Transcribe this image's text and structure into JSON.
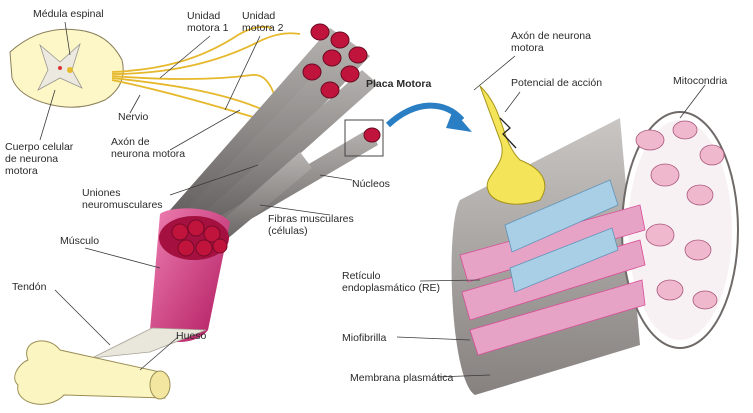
{
  "labels": {
    "medula": "Médula espinal",
    "unidad1": "Unidad\nmotora 1",
    "unidad2": "Unidad\nmotora 2",
    "nervio": "Nervio",
    "cuerpo": "Cuerpo celular\nde neurona\nmotora",
    "axon_motora": "Axón de\nneurona motora",
    "uniones": "Uniones\nneuromusculares",
    "musculo": "Músculo",
    "tendon": "Tendón",
    "hueso": "Hueso",
    "placa": "Placa Motora",
    "nucleos": "Núcleos",
    "fibras": "Fibras musculares\n(células)",
    "axon_neurona": "Axón de neurona\nmotora",
    "potencial": "Potencial de acción",
    "mitocondria": "Mitocondria",
    "reticulo": "Retículo\nendoplasmático (RE)",
    "miofibrilla": "Miofibrilla",
    "membrana": "Membrana plasmática"
  },
  "colors": {
    "spinal_cord": "#fdf6c6",
    "grey_matter": "#ece9e0",
    "nerve": "#e6b82c",
    "fiber": "#8f8c8a",
    "fiber_end": "#c0143c",
    "muscle": "#d2307a",
    "tendon": "#e9e6dc",
    "bone": "#fbf5c2",
    "arrow": "#2a7fc4",
    "synapse": "#f4e45a",
    "mitochondria": "#f0b8cc",
    "sr": "#a9cfe6",
    "myofibril": "#d84d96"
  }
}
